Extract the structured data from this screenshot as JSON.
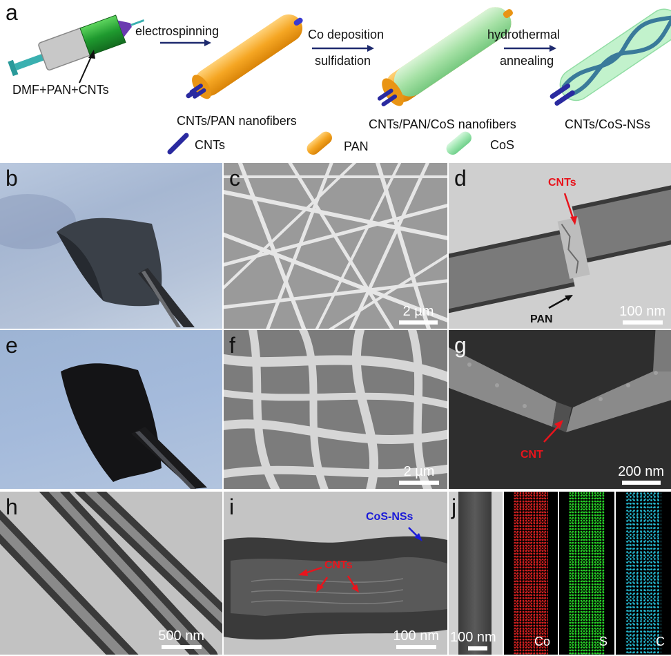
{
  "panel_labels": {
    "a": "a",
    "b": "b",
    "c": "c",
    "d": "d",
    "e": "e",
    "f": "f",
    "g": "g",
    "h": "h",
    "i": "i",
    "j": "j"
  },
  "schematic": {
    "syringe_label": "DMF+PAN+CNTs",
    "step1_label": "electrospinning",
    "step2_label_line1": "Co deposition",
    "step2_label_line2": "sulfidation",
    "step3_label_line1": "hydrothermal",
    "step3_label_line2": "annealing",
    "product1_label": "CNTs/PAN  nanofibers",
    "product2_label": "CNTs/PAN/CoS  nanofibers",
    "product3_label": "CNTs/CoS-NSs",
    "legend": [
      {
        "label": "CNTs",
        "color": "#2a2aa0"
      },
      {
        "label": "PAN",
        "color": "#f5a623"
      },
      {
        "label": "CoS",
        "color": "#9ee6b0"
      }
    ]
  },
  "scale_bars": {
    "c": "2 µm",
    "d": "100 nm",
    "f": "2 µm",
    "g": "200 nm",
    "h": "500 nm",
    "i": "100 nm",
    "j": "100 nm"
  },
  "annotations": {
    "d_top": "CNTs",
    "d_bottom": "PAN",
    "g": "CNT",
    "i_blue": "CoS-NSs",
    "i_red": "CNTs"
  },
  "elemental_maps": [
    "Co",
    "S",
    "C"
  ],
  "colors": {
    "cnt_annotation": "#e8141c",
    "cos_annotation": "#1a1ad8",
    "co_map": "#d42020",
    "s_map": "#28d228",
    "c_map": "#28c8e0"
  }
}
